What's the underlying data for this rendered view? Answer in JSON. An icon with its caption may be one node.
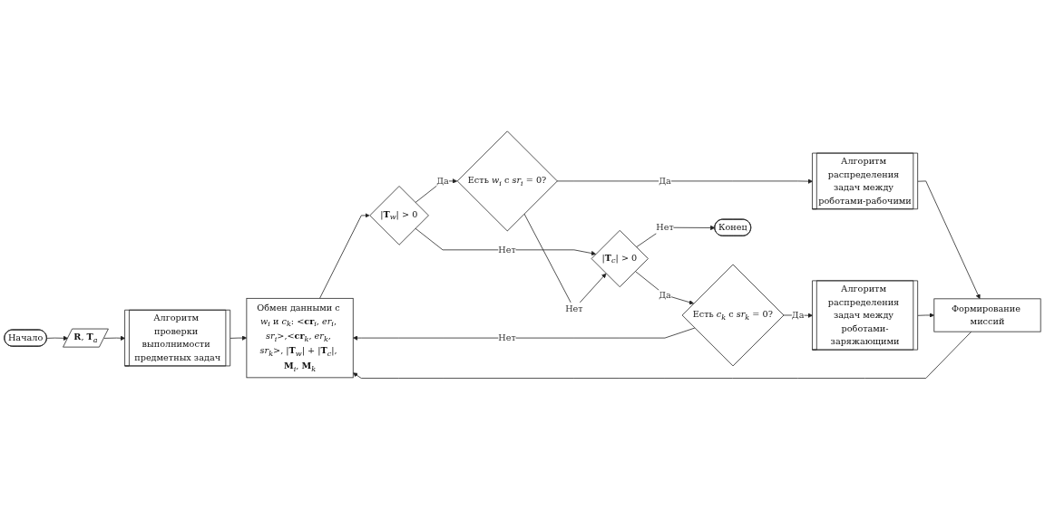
{
  "diagram": {
    "nodes": [
      {
        "text": [
          "Начало"
        ]
      },
      {
        "text": [
          "**R**, **T**$_{a}$"
        ]
      },
      {
        "text": [
          "Алгоритм проверки выполнимости предметных задач"
        ]
      },
      {
        "text": [
          "Обмен данными с *w*$_{i}$ и *c*$_{k}$: <**cr**$_{i}$, *er*$_{i}$, *sr*$_{i}$>,<**cr**$_{k}$, *er*$_{k}$, *sr*$_{k}$>, |**T**$_{w}$| + |**T**$_{c}$|, **M**$_{i}$, **M**$_{k}$"
        ]
      },
      {
        "text": [
          "|**T**$_{w}$| > 0"
        ]
      },
      {
        "text": [
          "Есть *w*$_{i}$ с *sr*$_{i}$ = 0?"
        ]
      },
      {
        "text": [
          "Алгоритм распределения задач между роботами-рабочими"
        ]
      },
      {
        "text": [
          "|**T**$_{c}$| > 0"
        ]
      },
      {
        "text": [
          "Есть *c*$_{k}$ с *sr*$_{k}$ = 0?"
        ]
      },
      {
        "text": [
          "Алгоритм распределения задач между роботами-заряжающими"
        ]
      },
      {
        "text": [
          "Формирование миссий"
        ]
      },
      {
        "text": [
          "Конец"
        ]
      }
    ],
    "edges": [
      {
        "from": 0,
        "to": 1,
        "arrow": "to"
      },
      {
        "from": 1,
        "to": 2,
        "arrow": "to"
      },
      {
        "from": 2,
        "to": 3,
        "arrow": "to"
      },
      {
        "from": 3,
        "to": 4,
        "arrow": "to"
      },
      {
        "from": 4,
        "to": 5,
        "label": "Да",
        "arrow": "to"
      },
      {
        "from": 4,
        "to": 7,
        "label": "Нет",
        "arrow": "to"
      },
      {
        "from": 5,
        "to": 6,
        "label": "Да",
        "arrow": "to"
      },
      {
        "from": 5,
        "to": 7,
        "label": "Нет",
        "arrow": "to"
      },
      {
        "from": 7,
        "to": 8,
        "label": "Да",
        "arrow": "to"
      },
      {
        "from": 7,
        "to": 11,
        "label": "Нет",
        "arrow": "to"
      },
      {
        "from": 8,
        "to": 9,
        "label": "Да",
        "arrow": "to"
      },
      {
        "from": 8,
        "to": 3,
        "label": "Нет",
        "arrow": "to"
      },
      {
        "from": 6,
        "to": 10,
        "arrow": "to"
      },
      {
        "from": 9,
        "to": 10,
        "arrow": "to"
      },
      {
        "from": 10,
        "to": 3,
        "arrow": "to"
      }
    ]
  }
}
